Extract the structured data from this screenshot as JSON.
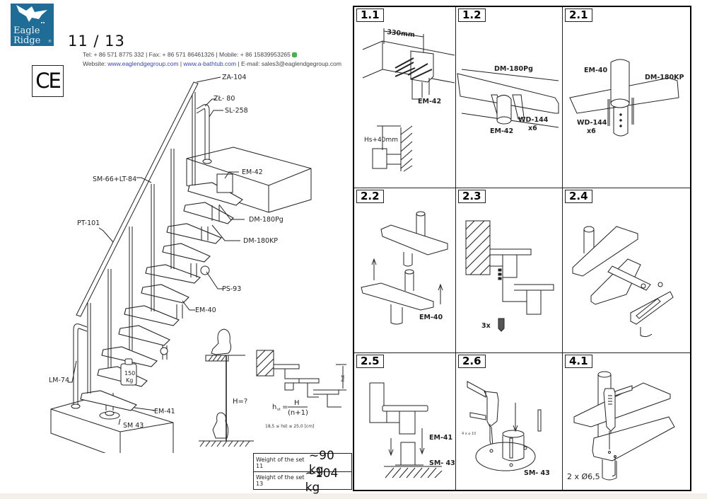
{
  "header": {
    "brand_line1": "Eagle",
    "brand_line2": "Ridge",
    "brand_mark": "®",
    "brand_color": "#1f6d97",
    "page_number": "11 / 13",
    "contact_line1": "Tel: + 86 571 8775 332 | Fax: + 86 571 86461326 | Mobile: + 86 15839953265",
    "website_label": "Website:",
    "website1": "www.eaglendgegroup.com",
    "website2": "www.a-bathtub.com",
    "email_label": "| E-mail: sales3@eaglendgegroup.com",
    "ce_mark": "CE"
  },
  "stair_labels": {
    "za104": "ZA-104",
    "zl80": "ZŁ- 80",
    "sl258": "SL-258",
    "em42": "EM-42",
    "sm66": "SM-66+LT-84",
    "dm180pg": "DM-180Pg",
    "pt101": "PT-101",
    "dm180kp": "DM-180KP",
    "ps93": "PS-93",
    "em40": "EM-40",
    "lm74": "LM-74",
    "weight_line1": "150",
    "weight_line2": "Kg",
    "em41": "EM-41",
    "sm43": "SM 43"
  },
  "height_diagram": {
    "h_question": "H=?",
    "formula_lhs": "h",
    "formula_sub": "st",
    "formula_num": "H",
    "formula_den": "(n+1)",
    "range": "18,5 ≤ hst ≤ 25,0 [cm]",
    "hst_label": "hst"
  },
  "weights": [
    {
      "label": "Weight of the set 11",
      "value": "~90 kg"
    },
    {
      "label": "Weight of the set 13",
      "value": "~104 kg"
    }
  ],
  "steps": [
    {
      "id": "1.1",
      "labels": {
        "dim": "330mm",
        "part": "EM-42",
        "hs": "Hs+40mm"
      }
    },
    {
      "id": "1.2",
      "labels": {
        "tread": "DM-180Pg",
        "part": "EM-42",
        "screw": "WD-144",
        "qty": "x6"
      }
    },
    {
      "id": "2.1",
      "labels": {
        "part": "EM-40",
        "tread": "DM-180KP",
        "screw": "WD-144",
        "qty": "x6"
      }
    },
    {
      "id": "2.2",
      "labels": {
        "part": "EM-40"
      }
    },
    {
      "id": "2.3",
      "labels": {
        "qty": "3x"
      }
    },
    {
      "id": "2.4",
      "labels": {}
    },
    {
      "id": "2.5",
      "labels": {
        "part": "EM-41",
        "base": "SM- 43"
      }
    },
    {
      "id": "2.6",
      "labels": {
        "drill": "4 x ⌀ 10",
        "base": "SM- 43"
      }
    },
    {
      "id": "4.1",
      "labels": {
        "holes": "2 x Ø6,5"
      }
    }
  ]
}
